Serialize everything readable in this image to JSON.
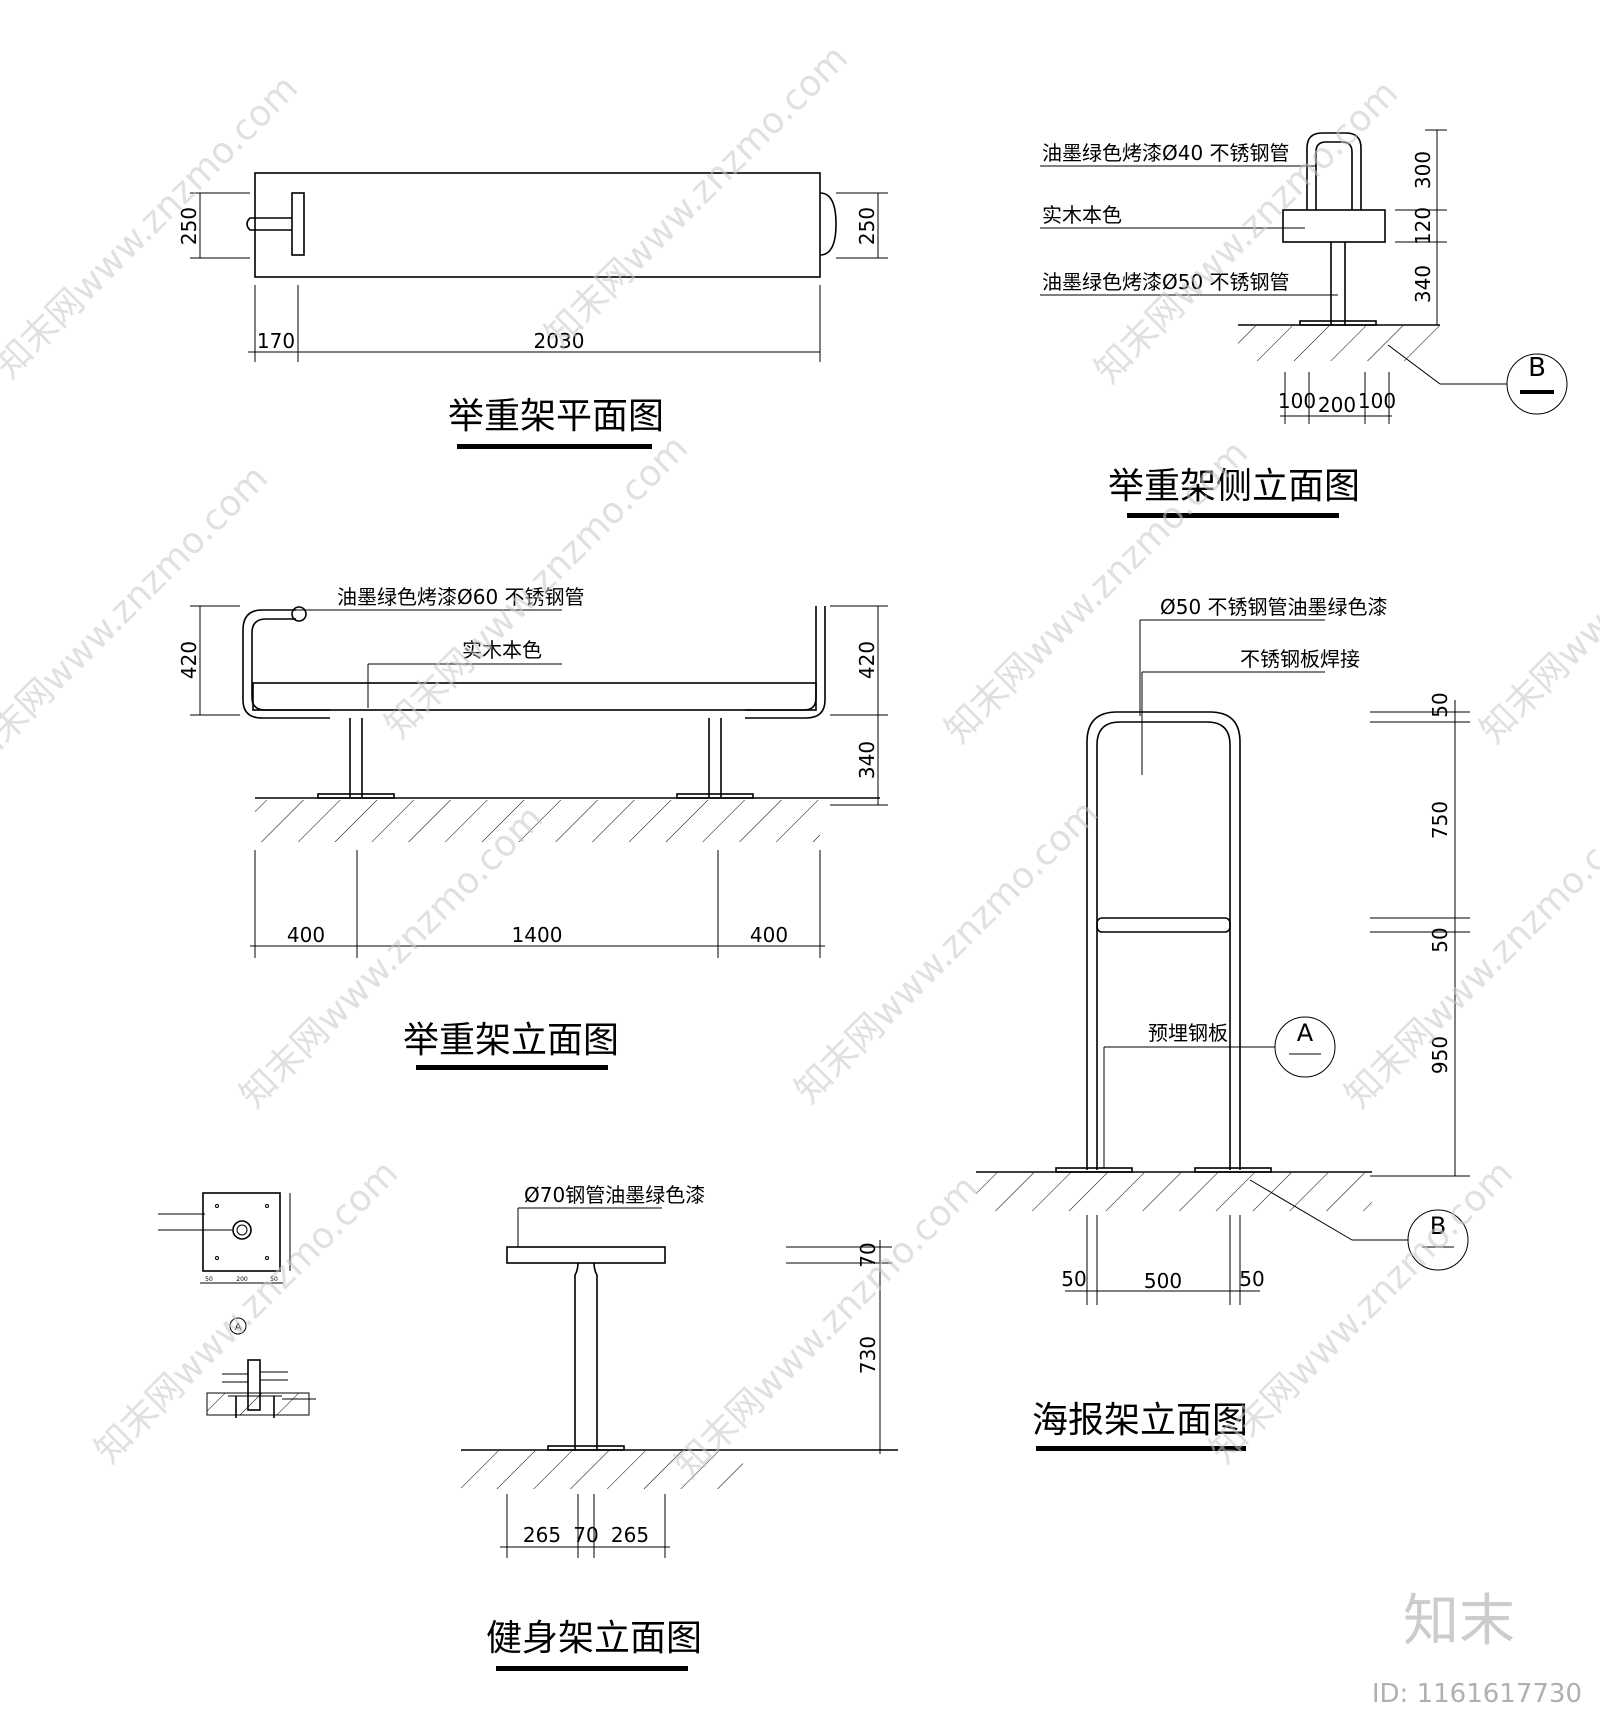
{
  "views": {
    "plan": {
      "title": "举重架平面图",
      "dims": [
        "250",
        "250",
        "170",
        "2030"
      ]
    },
    "side": {
      "title": "举重架侧立面图",
      "labels": [
        "油墨绿色烤漆Ø40 不锈钢管",
        "实木本色",
        "油墨绿色烤漆Ø50 不锈钢管"
      ],
      "dims_vertical": [
        "300",
        "120",
        "340"
      ],
      "dims_horizontal": [
        "100",
        "200",
        "100"
      ],
      "callout": "B"
    },
    "front": {
      "title": "举重架立面图",
      "labels": [
        "油墨绿色烤漆Ø60 不锈钢管",
        "实木本色"
      ],
      "dims_vertical_left": [
        "420"
      ],
      "dims_vertical_right": [
        "420",
        "340"
      ],
      "dims_horizontal": [
        "400",
        "1400",
        "400"
      ]
    },
    "poster": {
      "title": "海报架立面图",
      "labels": [
        "Ø50 不锈钢管油墨绿色漆",
        "不锈钢板焊接",
        "预埋钢板"
      ],
      "dims_vertical": [
        "50",
        "750",
        "50",
        "950"
      ],
      "dims_horizontal": [
        "50",
        "500",
        "50"
      ],
      "callouts": [
        "A",
        "B"
      ]
    },
    "fitness": {
      "title": "健身架立面图",
      "labels": [
        "Ø70钢管油墨绿色漆"
      ],
      "dims_vertical": [
        "70",
        "730"
      ],
      "dims_horizontal": [
        "265",
        "70",
        "265"
      ]
    },
    "details": {
      "callout_a": "A",
      "dims": [
        "50",
        "200",
        "50"
      ]
    }
  },
  "watermark": {
    "text": "知末网www.znzmo.com",
    "brand": "知末",
    "id_label": "ID: 1161617730"
  }
}
